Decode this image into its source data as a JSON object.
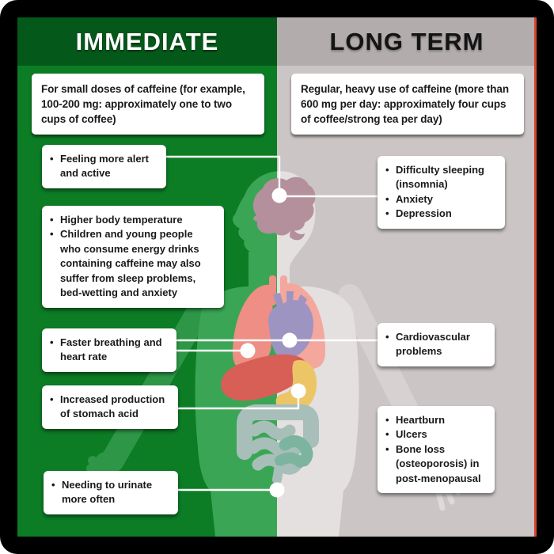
{
  "ui": {
    "bullet": "•"
  },
  "columns": {
    "immediate": {
      "title": "IMMEDIATE",
      "intro": "For small doses of caffeine (for example, 100-200 mg: approximately one to two cups of coffee)",
      "effects": [
        {
          "label": "alertness",
          "items": [
            "Feeling more alert and active"
          ]
        },
        {
          "label": "body-temperature",
          "items": [
            "Higher body temperature",
            "Children and young people who consume energy drinks containing caffeine may also suffer from sleep problems, bed-wetting and anxiety"
          ]
        },
        {
          "label": "breathing-heart",
          "items": [
            "Faster breathing and heart rate"
          ]
        },
        {
          "label": "stomach-acid",
          "items": [
            "Increased production of stomach acid"
          ]
        },
        {
          "label": "urination",
          "items": [
            "Needing to urinate more often"
          ]
        }
      ]
    },
    "long_term": {
      "title": "LONG TERM",
      "intro": "Regular, heavy use of caffeine (more than 600 mg per day: approximately four cups of coffee/strong tea per day)",
      "effects": [
        {
          "label": "brain",
          "items": [
            "Difficulty sleeping (insomnia)",
            "Anxiety",
            "Depression"
          ]
        },
        {
          "label": "cardiovascular",
          "items": [
            "Cardiovascular problems"
          ]
        },
        {
          "label": "digestive-bone",
          "items": [
            "Heartburn",
            "Ulcers",
            "Bone loss (osteoporosis) in post-menopausal"
          ]
        }
      ]
    }
  },
  "figure": {
    "organs": [
      "brain",
      "lungs",
      "heart",
      "liver",
      "stomach",
      "intestines"
    ],
    "colors": {
      "immediate_header_bg": "#04591a",
      "immediate_bg": "#0c7c25",
      "long_term_header_bg": "#b2acac",
      "long_term_bg": "#cbc5c5",
      "body_green": "#3aa655",
      "body_gray": "#e3e0df",
      "arm_green": "#2d9747",
      "arm_gray": "#d7d2d1",
      "finger_gray": "#dedad8",
      "brain": "#b3909b",
      "lung_left": "#ee8e84",
      "lung_right": "#f3a79d",
      "heart": "#9e94c2",
      "liver": "#d75f56",
      "stomach": "#ecc567",
      "intestines": "#a8bfb9",
      "intestines_lower": "#7cb4a0",
      "connector": "#ffffff",
      "edge_accent": "#d9432e"
    }
  }
}
